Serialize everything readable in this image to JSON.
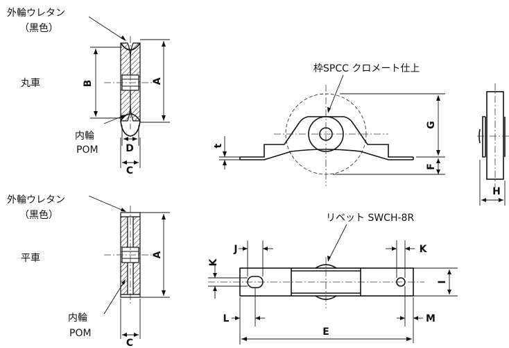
{
  "labels": {
    "outer_urethane_top": "外輪ウレタン",
    "black_top": "（黒色）",
    "round_wheel": "丸車",
    "inner_top": "内輪",
    "pom_top": "POM",
    "outer_urethane_bottom": "外輪ウレタン",
    "black_bottom": "（黒色）",
    "flat_wheel": "平車",
    "inner_bottom": "内輪",
    "pom_bottom": "POM",
    "frame_note": "枠SPCC クロメート仕上",
    "rivet_note": "リベット SWCH-8R"
  },
  "dims": {
    "A": "A",
    "B": "B",
    "C": "C",
    "D": "D",
    "A2": "A",
    "C2": "C",
    "G": "G",
    "F": "F",
    "t": "t",
    "H": "H",
    "J": "J",
    "K1": "K",
    "K2": "K",
    "I": "I",
    "L": "L",
    "M": "M",
    "E": "E"
  }
}
